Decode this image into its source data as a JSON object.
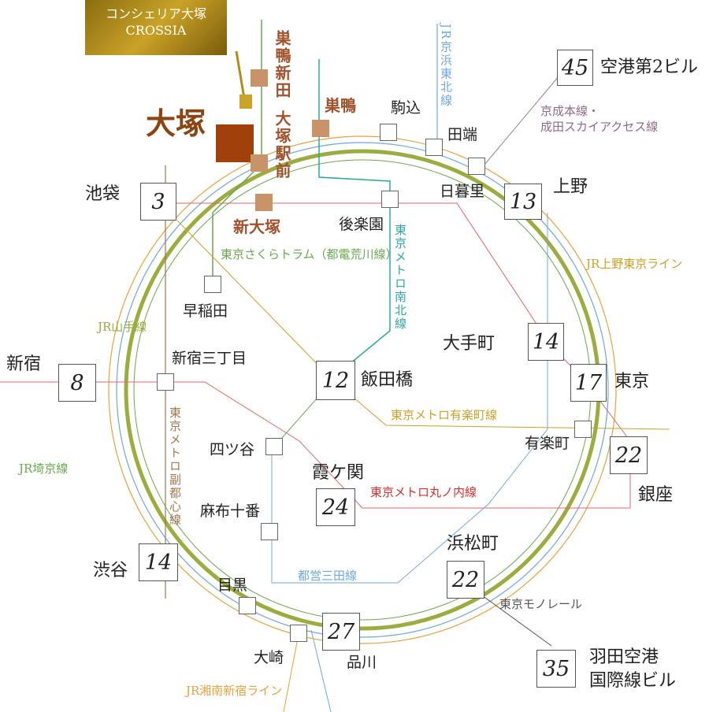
{
  "badge": {
    "line1": "コンシェリア大塚",
    "line2": "CROSSIA"
  },
  "main_station": "大塚",
  "brown_stations": {
    "sugamo_shinden": "巣鴨新田",
    "otsuka_ekimae": "大塚駅前",
    "shin_otsuka": "新大塚",
    "sugamo": "巣鴨"
  },
  "stations": {
    "komagome": "駒込",
    "tabata": "田端",
    "nippori": "日暮里",
    "ueno": "上野",
    "kuko2": "空港第2ビル",
    "ikebukuro": "池袋",
    "korakuen": "後楽園",
    "waseda": "早稲田",
    "shinjuku": "新宿",
    "shinjuku3": "新宿三丁目",
    "iidabashi": "飯田橋",
    "otemachi": "大手町",
    "tokyo": "東京",
    "yurakucho": "有楽町",
    "ginza": "銀座",
    "yotsuya": "四ツ谷",
    "kasumigaseki": "霞ケ関",
    "azabu": "麻布十番",
    "hamamatsucho": "浜松町",
    "shibuya": "渋谷",
    "meguro": "目黒",
    "osaki": "大崎",
    "shinagawa": "品川",
    "haneda_line1": "羽田空港",
    "haneda_line2": "国際線ビル"
  },
  "minutes": {
    "kuko2": "45",
    "ueno": "13",
    "ikebukuro": "3",
    "otemachi": "14",
    "tokyo": "17",
    "shinjuku": "8",
    "iidabashi": "12",
    "ginza": "22",
    "kasumigaseki": "24",
    "hamamatsucho": "22",
    "shibuya": "14",
    "shinagawa": "27",
    "haneda": "35"
  },
  "lines": {
    "jr_keihin": "JR京浜東北線",
    "keisei": "京成本線・",
    "skyaccess": "成田スカイアクセス線",
    "sakura_tram": "東京さくらトラム（都電荒川線）",
    "namboku": "東京メトロ南北線",
    "jr_ueno_tokyo": "JR上野東京ライン",
    "yamanote": "JR山手線",
    "yurakucho_line": "東京メトロ有楽町線",
    "fukutoshin": "東京メトロ副都心線",
    "saikyo": "JR埼京線",
    "marunouchi": "東京メトロ丸ノ内線",
    "mita": "都営三田線",
    "monorail": "東京モノレール",
    "shonan": "JR湘南新宿ライン"
  },
  "colors": {
    "yamanote": "#9aad3e",
    "sakura_tram": "#6aa84f",
    "namboku": "#2aa9a0",
    "keihin": "#6fa8dc",
    "marunouchi": "#e06666",
    "yurakucho_line": "#c9a227",
    "fukutoshin": "#a07850",
    "ueno_tokyo": "#e6a23c",
    "brown_marker": "#c89368",
    "main_marker": "#a0400a"
  }
}
